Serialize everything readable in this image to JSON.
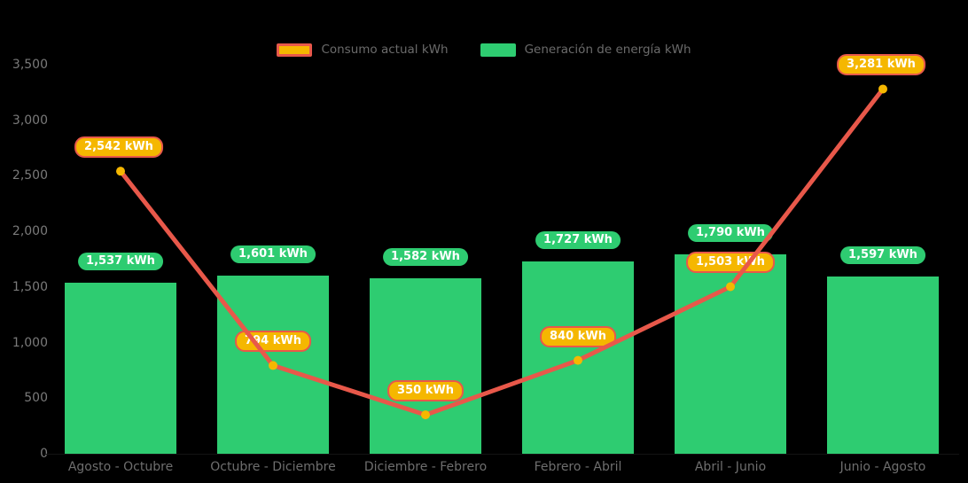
{
  "chart_data": {
    "type": "bar",
    "title": "",
    "xlabel": "",
    "ylabel": "",
    "ylim": [
      0,
      3500
    ],
    "grid": false,
    "background": "#000000",
    "legend_position": "top-center",
    "categories": [
      "Agosto - Octubre",
      "Octubre - Diciembre",
      "Diciembre - Febrero",
      "Febrero - Abril",
      "Abril - Junio",
      "Junio - Agosto"
    ],
    "ytick_labels": [
      "0",
      "500",
      "1,000",
      "1,500",
      "2,000",
      "2,500",
      "3,000",
      "3,500"
    ],
    "ytick_values": [
      0,
      500,
      1000,
      1500,
      2000,
      2500,
      3000,
      3500
    ],
    "series": [
      {
        "name": "Consumo actual kWh",
        "type": "line",
        "color": "#E8584A",
        "marker_color": "#F5B700",
        "label_fill": "#F5B700",
        "label_border": "#E8584A",
        "label_text_color": "#FFFFFF",
        "values": [
          2542,
          794,
          350,
          840,
          1503,
          3281
        ],
        "point_labels": [
          "2,542 kWh",
          "794 kWh",
          "350 kWh",
          "840 kWh",
          "1,503 kWh",
          "3,281 kWh"
        ]
      },
      {
        "name": "Generación de energía kWh",
        "type": "bar",
        "color": "#2ECC71",
        "label_fill": "#2ECC71",
        "label_text_color": "#FFFFFF",
        "values": [
          1537,
          1601,
          1582,
          1727,
          1790,
          1597
        ],
        "point_labels": [
          "1,537 kWh",
          "1,601 kWh",
          "1,582 kWh",
          "1,727 kWh",
          "1,790 kWh",
          "1,597 kWh"
        ]
      }
    ]
  },
  "legend": {
    "items": [
      {
        "label": "Consumo actual kWh",
        "swatch": "line-swatch"
      },
      {
        "label": "Generación de energía kWh",
        "swatch": "bar-swatch"
      }
    ]
  },
  "axis_text_color": "#6e6e6e"
}
